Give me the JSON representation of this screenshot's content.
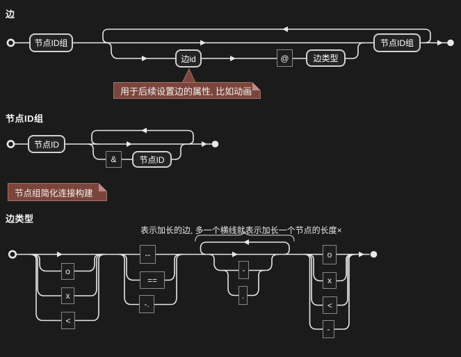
{
  "colors": {
    "background": "#1b1b1b",
    "rail": "#e8e8e8",
    "box_border": "#d2d2d2",
    "box_fill": "#242424",
    "terminal_border": "#8a8a8a",
    "terminal_fill": "#1e1e1e",
    "note_fill": "#7c453c",
    "note_border": "#a1756a"
  },
  "edge_diagram": {
    "title": "边",
    "node_id_group_start": "节点ID组",
    "edge_id": "边id",
    "at_sign": "@",
    "edge_type": "边类型",
    "node_id_group_end": "节点ID组",
    "tooltip": "用于后续设置边的属性, 比如动画"
  },
  "node_id_group_diagram": {
    "title": "节点ID组",
    "node_id_first": "节点ID",
    "ampersand": "&",
    "node_id_repeat": "节点ID",
    "note": "节点组简化连接构建"
  },
  "edge_type_diagram": {
    "title": "边类型",
    "annotation": "表示加长的边, 多一个横线就表示加长一个节点的长度×",
    "start_markers": [
      "o",
      "x",
      "<"
    ],
    "line_styles": [
      "--",
      "==",
      "-."
    ],
    "extension_marks": [
      "-",
      "."
    ],
    "end_markers": [
      "o",
      "x",
      "<",
      "-"
    ]
  }
}
